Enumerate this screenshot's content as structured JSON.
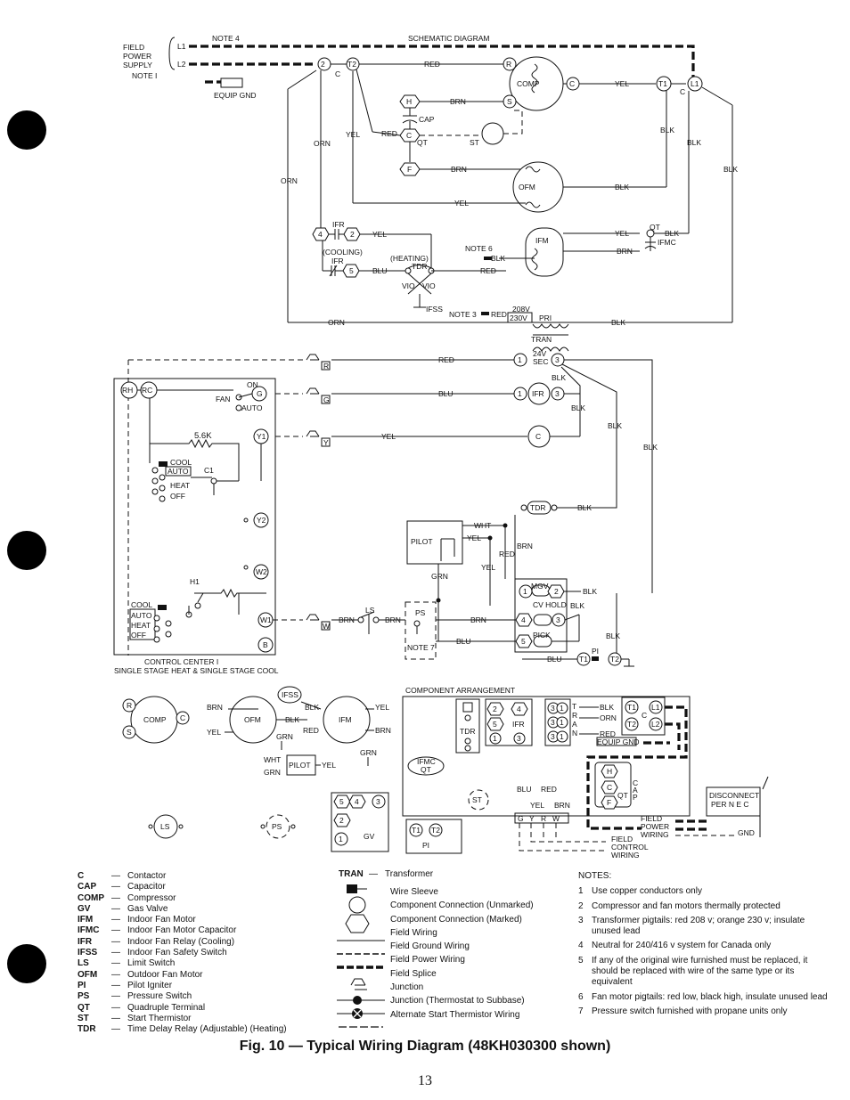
{
  "schematic": {
    "title": "SCHEMATIC DIAGRAM",
    "note4": "NOTE 4",
    "field_power": [
      "FIELD",
      "POWER",
      "SUPPLY"
    ],
    "note1": "NOTE I",
    "l1": "L1",
    "l2": "L2",
    "equip_gnd": "EQUIP GND",
    "comp": "COMP",
    "ofm": "OFM",
    "ifm": "IFM",
    "cap": "CAP",
    "qt": "QT",
    "st": "ST",
    "ifmc": "IFMC",
    "ifr": "IFR",
    "cooling": "(COOLING)",
    "heating": "(HEATING)",
    "tdr": "TDR",
    "ifss": "IFSS",
    "vio": "VIO",
    "note6": "NOTE  6",
    "note3": "NOTE 3",
    "v208": "208V",
    "v230": "230V",
    "pri": "PRI",
    "tran": "TRAN",
    "v24": "24V",
    "sec": "SEC",
    "c": "C",
    "wires": {
      "red": "RED",
      "yel": "YEL",
      "blk": "BLK",
      "brn": "BRN",
      "orn": "ORN",
      "blu": "BLU",
      "wht": "WHT",
      "grn": "GRN"
    },
    "terminals": {
      "t1": "T1",
      "t2": "T2",
      "r": "R",
      "s": "S",
      "h": "H",
      "f": "F",
      "c": "C",
      "n1": "1",
      "n2": "2",
      "n3": "3",
      "n4": "4",
      "n5": "5",
      "g": "G",
      "y": "Y",
      "w": "W"
    }
  },
  "control_center": {
    "fan": "FAN",
    "on": "ON",
    "auto": "AUTO",
    "resistor": "5.6K",
    "cool": "COOL",
    "heat": "HEAT",
    "off": "OFF",
    "c1": "C1",
    "h1": "H1",
    "rh": "RH",
    "rc": "RC",
    "y1": "Y1",
    "y2": "Y2",
    "w1": "W1",
    "w2": "W2",
    "b": "B",
    "title_line1": "CONTROL CENTER I",
    "title_line2": "SINGLE STAGE HEAT & SINGLE STAGE COOL"
  },
  "gas_section": {
    "pilot": "PILOT",
    "mgv": "MGV",
    "cv_hold": "CV HOLD",
    "pick": "PICK",
    "ls": "LS",
    "ps": "PS",
    "note7": "NOTE 7",
    "pi": "PI"
  },
  "component_arrangement": {
    "title": "COMPONENT ARRANGEMENT",
    "tdr": "TDR",
    "ifr": "IFR",
    "tran_letters": "TRAN",
    "equip_gnd": "EQUIP GND",
    "cap_letters": "CAP",
    "disconnect": "DISCONNECT",
    "per_nec": "PER N E C",
    "gnd": "GND",
    "field_power_wiring": [
      "FIELD",
      "POWER",
      "WIRING"
    ],
    "field_control_wiring": [
      "FIELD",
      "CONTROL",
      "WIRING"
    ],
    "gv": "GV",
    "pi": "PI",
    "ifmc_qt": [
      "IFMC",
      "QT"
    ],
    "st": "ST"
  },
  "legend": [
    {
      "abbr": "C",
      "desc": "Contactor"
    },
    {
      "abbr": "CAP",
      "desc": "Capacitor"
    },
    {
      "abbr": "COMP",
      "desc": "Compressor"
    },
    {
      "abbr": "GV",
      "desc": "Gas Valve"
    },
    {
      "abbr": "IFM",
      "desc": "Indoor Fan Motor"
    },
    {
      "abbr": "IFMC",
      "desc": "Indoor Fan Motor Capacitor"
    },
    {
      "abbr": "IFR",
      "desc": "Indoor Fan Relay (Cooling)"
    },
    {
      "abbr": "IFSS",
      "desc": "Indoor Fan Safety Switch"
    },
    {
      "abbr": "LS",
      "desc": "Limit Switch"
    },
    {
      "abbr": "OFM",
      "desc": "Outdoor Fan Motor"
    },
    {
      "abbr": "PI",
      "desc": "Pilot Igniter"
    },
    {
      "abbr": "PS",
      "desc": "Pressure Switch"
    },
    {
      "abbr": "QT",
      "desc": "Quadruple Terminal"
    },
    {
      "abbr": "ST",
      "desc": "Start Thermistor"
    },
    {
      "abbr": "TDR",
      "desc": "Time Delay Relay (Adjustable) (Heating)"
    }
  ],
  "symbols": {
    "tran_abbr": "TRAN",
    "tran_desc": "Transformer",
    "items": [
      {
        "icon": "wire-sleeve-icon",
        "desc": "Wire Sleeve"
      },
      {
        "icon": "circle-terminal-icon",
        "desc": "Component Connection (Unmarked)"
      },
      {
        "icon": "hexagon-terminal-icon",
        "desc": "Component Connection (Marked)"
      },
      {
        "icon": "field-wiring-icon",
        "desc": "Field Wiring"
      },
      {
        "icon": "field-ground-wiring-icon",
        "desc": "Field Ground Wiring"
      },
      {
        "icon": "field-power-wiring-icon",
        "desc": "Field Power Wiring"
      },
      {
        "icon": "field-splice-icon",
        "desc": "Field Splice"
      },
      {
        "icon": "junction-icon",
        "desc": "Junction"
      },
      {
        "icon": "junction-subbase-icon",
        "desc": "Junction (Thermostat to Subbase)"
      },
      {
        "icon": "alternate-start-icon",
        "desc": "Alternate Start Thermistor Wiring"
      }
    ]
  },
  "notes": {
    "title": "NOTES:",
    "items": [
      {
        "n": "1",
        "text": "Use copper conductors only"
      },
      {
        "n": "2",
        "text": "Compressor and fan motors thermally protected"
      },
      {
        "n": "3",
        "text": "Transformer pigtails: red 208 v; orange 230 v; insulate unused lead"
      },
      {
        "n": "4",
        "text": "Neutral for 240/416 v system for Canada only"
      },
      {
        "n": "5",
        "text": "If any of the original wire furnished must be replaced, it should be replaced with wire of the same type or its equivalent"
      },
      {
        "n": "6",
        "text": "Fan motor pigtails: red low, black high, insulate unused lead"
      },
      {
        "n": "7",
        "text": "Pressure switch furnished with propane units only"
      }
    ]
  },
  "caption": "Fig. 10 — Typical Wiring Diagram (48KH030300 shown)",
  "page_number": "13"
}
